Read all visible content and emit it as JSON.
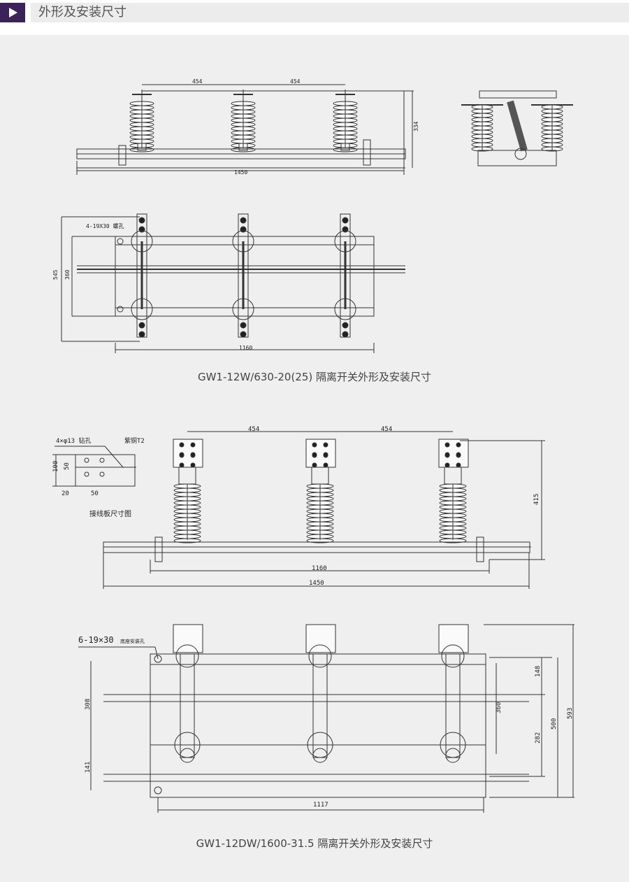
{
  "header": {
    "title": "外形及安装尺寸",
    "icon": "play-icon",
    "accent": "#3b2259"
  },
  "drawing1": {
    "dims": {
      "span1": "454",
      "span2": "454",
      "height": "334",
      "length": "1450"
    },
    "top_view": {
      "hole_note": "4-19X30 螺孔",
      "d545": "545",
      "d360": "360",
      "d1160": "1160"
    },
    "caption": "GW1-12W/630-20(25) 隔离开关外形及安装尺寸"
  },
  "drawing2": {
    "terminal": {
      "hole_note": "4×φ13 钻孔",
      "material": "紫铜T2",
      "d100": "100",
      "d50v": "50",
      "d20": "20",
      "d50h": "50",
      "title": "接线板尺寸图"
    },
    "dims": {
      "span1": "454",
      "span2": "454",
      "height": "415",
      "d1160": "1160",
      "d1450": "1450"
    },
    "top_view": {
      "hole_note": "6-19×30",
      "hole_note_small": "底座安装孔",
      "d148": "148",
      "d360": "360",
      "d282": "282",
      "d500": "500",
      "d593": "593",
      "d308": "308",
      "d141": "141",
      "d1117": "1117"
    },
    "caption": "GW1-12DW/1600-31.5 隔离开关外形及安装尺寸"
  }
}
